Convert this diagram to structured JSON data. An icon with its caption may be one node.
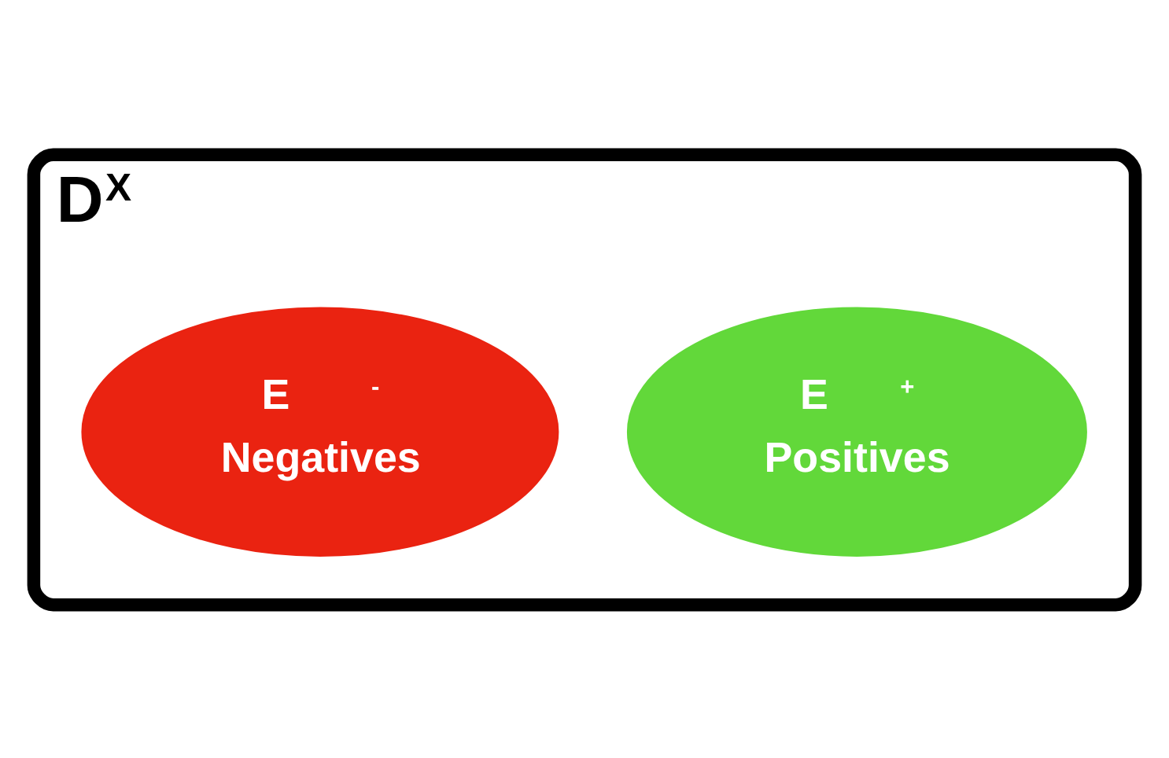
{
  "diagram": {
    "nodes": [
      {
        "text": [
          "D$^{X}$"
        ]
      },
      {
        "text": [
          "E$^{+}$",
          "Positives"
        ],
        "in": 0
      },
      {
        "text": [
          "E$^{-}$",
          "Negatives"
        ],
        "in": 0
      }
    ],
    "edges": []
  }
}
